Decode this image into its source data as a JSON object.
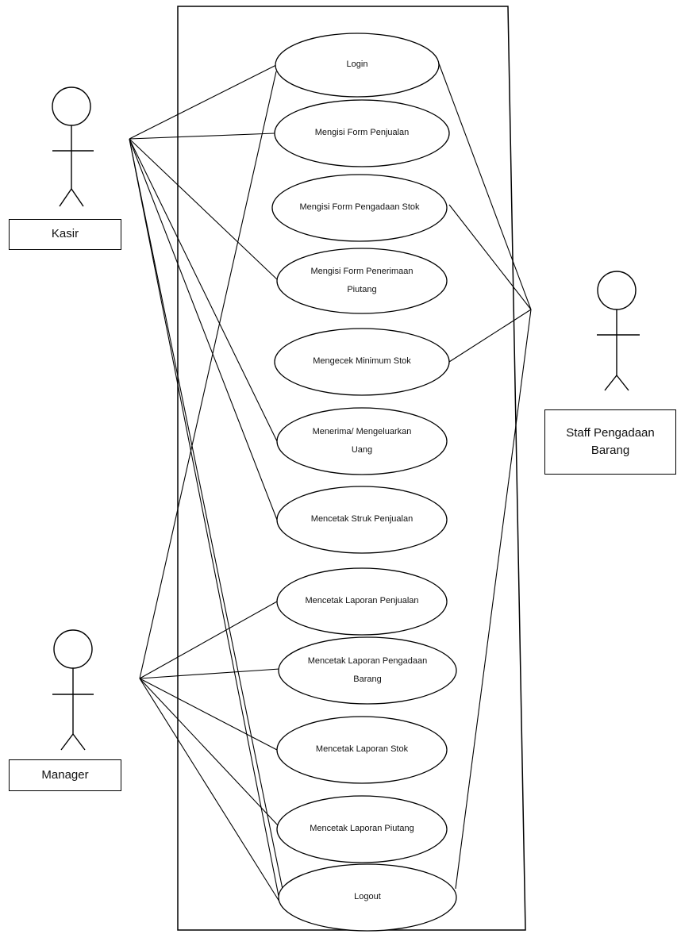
{
  "actors": {
    "kasir": "Kasir",
    "manager": "Manager",
    "staff": "Staff Pengadaan Barang"
  },
  "use_cases": [
    "Login",
    "Mengisi Form Penjualan",
    "Mengisi Form Pengadaan Stok",
    "Mengisi Form Penerimaan Piutang",
    "Mengecek Minimum Stok",
    "Menerima/ Mengeluarkan Uang",
    "Mencetak Struk Penjualan",
    "Mencetak Laporan Penjualan",
    "Mencetak Laporan Pengadaan Barang",
    "Mencetak Laporan Stok",
    "Mencetak Laporan Piutang",
    "Logout"
  ]
}
